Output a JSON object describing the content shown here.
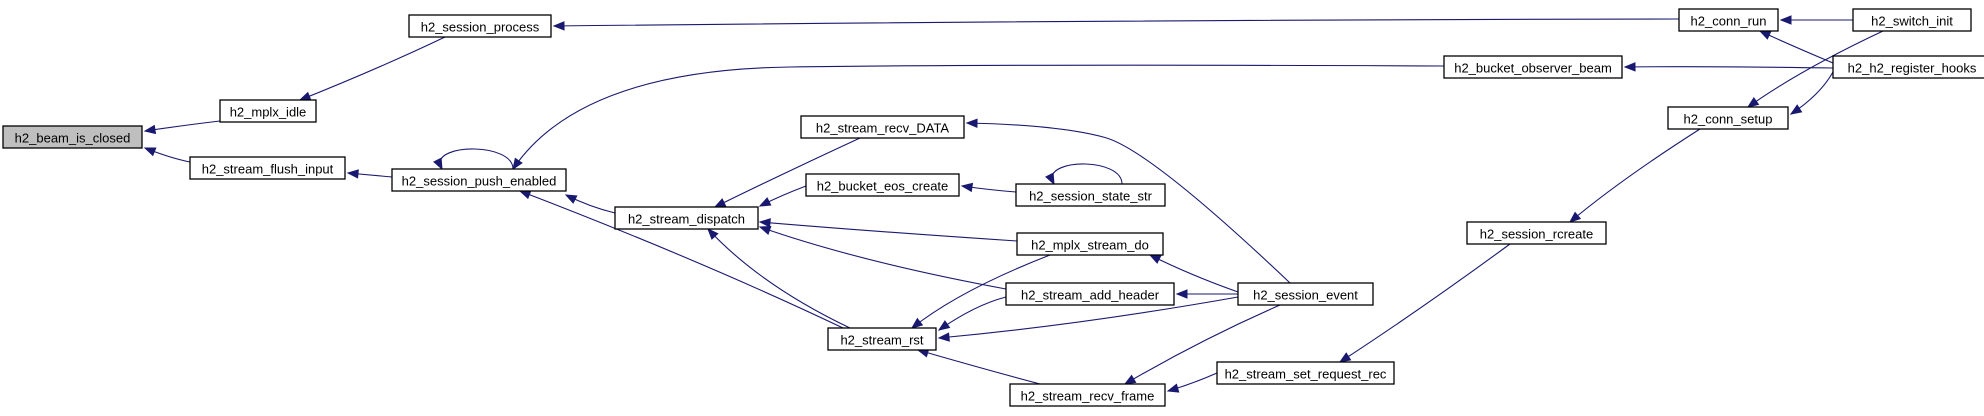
{
  "diagram": {
    "nodes": [
      {
        "id": "n0",
        "label": "h2_beam_is_closed",
        "root": true
      },
      {
        "id": "n1",
        "label": "h2_mplx_idle"
      },
      {
        "id": "n2",
        "label": "h2_stream_flush_input"
      },
      {
        "id": "n3",
        "label": "h2_session_process"
      },
      {
        "id": "n4",
        "label": "h2_session_push_enabled"
      },
      {
        "id": "n5",
        "label": "h2_conn_run"
      },
      {
        "id": "n6",
        "label": "h2_switch_init"
      },
      {
        "id": "n7",
        "label": "h2_bucket_observer_beam"
      },
      {
        "id": "n8",
        "label": "h2_h2_register_hooks"
      },
      {
        "id": "n9",
        "label": "h2_conn_setup"
      },
      {
        "id": "n10",
        "label": "h2_stream_recv_DATA"
      },
      {
        "id": "n11",
        "label": "h2_bucket_eos_create"
      },
      {
        "id": "n12",
        "label": "h2_session_state_str"
      },
      {
        "id": "n13",
        "label": "h2_stream_dispatch"
      },
      {
        "id": "n14",
        "label": "h2_mplx_stream_do"
      },
      {
        "id": "n15",
        "label": "h2_session_rcreate"
      },
      {
        "id": "n16",
        "label": "h2_stream_add_header"
      },
      {
        "id": "n17",
        "label": "h2_session_event"
      },
      {
        "id": "n18",
        "label": "h2_stream_rst"
      },
      {
        "id": "n19",
        "label": "h2_stream_set_request_rec"
      },
      {
        "id": "n20",
        "label": "h2_stream_recv_frame"
      }
    ],
    "edges": [
      {
        "from": "n1",
        "to": "n0"
      },
      {
        "from": "n2",
        "to": "n0"
      },
      {
        "from": "n3",
        "to": "n1"
      },
      {
        "from": "n4",
        "to": "n2"
      },
      {
        "from": "n5",
        "to": "n3"
      },
      {
        "from": "n7",
        "to": "n4"
      },
      {
        "from": "n4",
        "to": "n4"
      },
      {
        "from": "n13",
        "to": "n4"
      },
      {
        "from": "n18",
        "to": "n4"
      },
      {
        "from": "n6",
        "to": "n5"
      },
      {
        "from": "n8",
        "to": "n5"
      },
      {
        "from": "n8",
        "to": "n7"
      },
      {
        "from": "n6",
        "to": "n9"
      },
      {
        "from": "n8",
        "to": "n9"
      },
      {
        "from": "n10",
        "to": "n13"
      },
      {
        "from": "n11",
        "to": "n13"
      },
      {
        "from": "n14",
        "to": "n13"
      },
      {
        "from": "n16",
        "to": "n13"
      },
      {
        "from": "n18",
        "to": "n13"
      },
      {
        "from": "n12",
        "to": "n11"
      },
      {
        "from": "n12",
        "to": "n12"
      },
      {
        "from": "n17",
        "to": "n10"
      },
      {
        "from": "n17",
        "to": "n14"
      },
      {
        "from": "n17",
        "to": "n16"
      },
      {
        "from": "n17",
        "to": "n18"
      },
      {
        "from": "n14",
        "to": "n18"
      },
      {
        "from": "n16",
        "to": "n18"
      },
      {
        "from": "n20",
        "to": "n18"
      },
      {
        "from": "n17",
        "to": "n20"
      },
      {
        "from": "n19",
        "to": "n20"
      },
      {
        "from": "n9",
        "to": "n15"
      },
      {
        "from": "n15",
        "to": "n19"
      }
    ]
  }
}
